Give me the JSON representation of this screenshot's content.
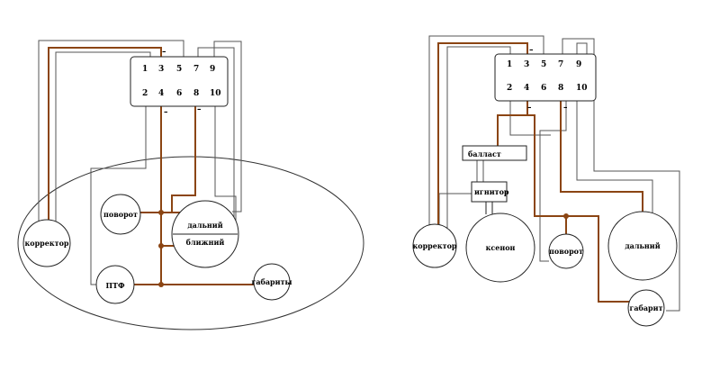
{
  "left": {
    "connector": {
      "top_pins": [
        "1",
        "3",
        "5",
        "7",
        "9"
      ],
      "bottom_pins": [
        "2",
        "4",
        "6",
        "8",
        "10"
      ],
      "minus_top": "–",
      "minus_bottom_1": "–",
      "minus_bottom_2": "–"
    },
    "labels": {
      "corrector": "корректор",
      "turn": "поворот",
      "high": "дальний",
      "low": "ближний",
      "fog": "ПТФ",
      "position": "габариты"
    }
  },
  "right": {
    "connector": {
      "top_pins": [
        "1",
        "3",
        "5",
        "7",
        "9"
      ],
      "bottom_pins": [
        "2",
        "4",
        "6",
        "8",
        "10"
      ],
      "minus_top": "–",
      "minus_bottom_1": "–",
      "minus_bottom_2": "–"
    },
    "labels": {
      "ballast": "балласт",
      "igniter": "игнитор",
      "corrector": "корректор",
      "xenon": "ксенон",
      "turn": "поворот",
      "high": "дальний",
      "position": "габарит"
    }
  },
  "colors": {
    "brown_wire": "#8B4513",
    "gray_wire": "#555555",
    "black_wire": "#222222"
  }
}
